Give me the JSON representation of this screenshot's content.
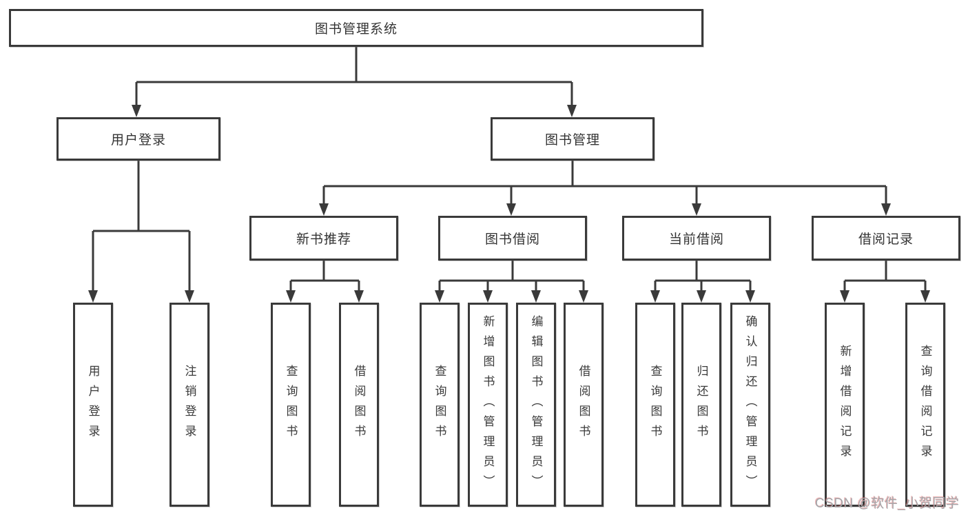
{
  "tree": {
    "label": "图书管理系统",
    "children": [
      {
        "label": "用户登录",
        "children": [
          {
            "label": "用户登录"
          },
          {
            "label": "注销登录"
          }
        ]
      },
      {
        "label": "图书管理",
        "children": [
          {
            "label": "新书推荐",
            "children": [
              {
                "label": "查询图书"
              },
              {
                "label": "借阅图书"
              }
            ]
          },
          {
            "label": "图书借阅",
            "children": [
              {
                "label": "查询图书"
              },
              {
                "label": "新增图书（管理员）"
              },
              {
                "label": "编辑图书（管理员）"
              },
              {
                "label": "借阅图书"
              }
            ]
          },
          {
            "label": "当前借阅",
            "children": [
              {
                "label": "查询图书"
              },
              {
                "label": "归还图书"
              },
              {
                "label": "确认归还（管理员）"
              }
            ]
          },
          {
            "label": "借阅记录",
            "children": [
              {
                "label": "新增借阅记录"
              },
              {
                "label": "查询借阅记录"
              }
            ]
          }
        ]
      }
    ]
  },
  "watermark": {
    "text": "CSDN @软件_小贺同学"
  },
  "colors": {
    "line": "#3a3a3a",
    "box_border": "#3a3a3a",
    "box_background": "#ffffff",
    "text": "#333333",
    "watermark": "#a6a6aa"
  }
}
